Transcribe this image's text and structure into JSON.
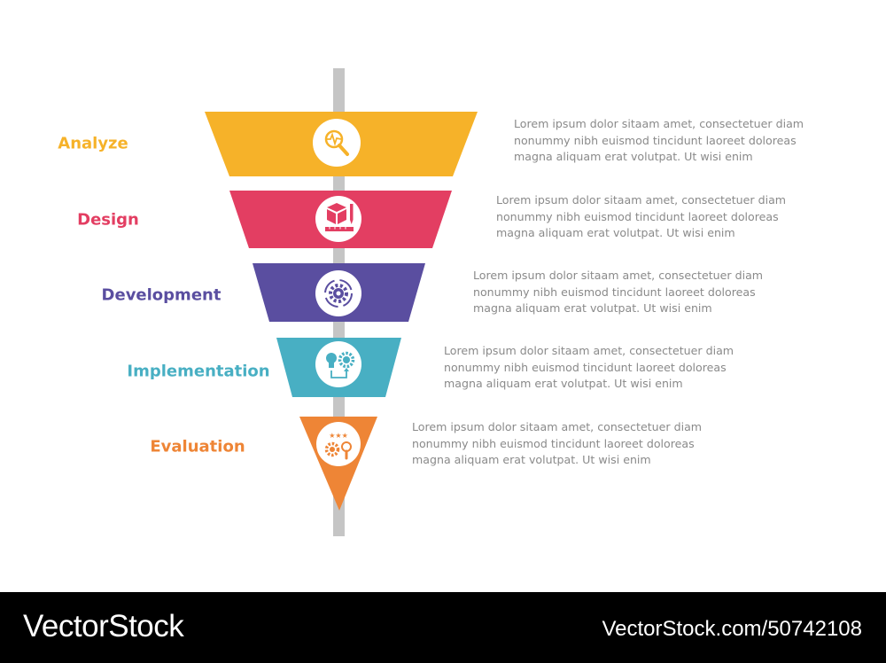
{
  "colors": {
    "axis": "#c5c5c5",
    "analyze": "#f6b229",
    "design": "#e33e62",
    "development": "#5a4ea0",
    "implementation": "#48afc3",
    "evaluation": "#ee8536",
    "description_text": "#8a8a8a"
  },
  "stages": [
    {
      "label": "Analyze",
      "icon": "magnifier-pulse-icon",
      "color": "#f6b229",
      "description": [
        "Lorem ipsum dolor sitaam amet, consectetuer diam",
        "nonummy  nibh euismod tincidunt laoreet doloreas",
        "magna aliquam erat volutpat. Ut wisi enim"
      ]
    },
    {
      "label": "Design",
      "icon": "box-ruler-pencil-icon",
      "color": "#e33e62",
      "description": [
        "Lorem ipsum dolor sitaam amet, consectetuer diam",
        "nonummy  nibh euismod tincidunt laoreet doloreas",
        "magna aliquam erat volutpat. Ut wisi enim"
      ]
    },
    {
      "label": "Development",
      "icon": "gear-cycle-icon",
      "color": "#5a4ea0",
      "description": [
        "Lorem ipsum dolor sitaam amet, consectetuer diam",
        "nonummy  nibh euismod tincidunt laoreet doloreas",
        "magna aliquam erat volutpat. Ut wisi enim"
      ]
    },
    {
      "label": "Implementation",
      "icon": "bulb-gear-icon",
      "color": "#48afc3",
      "description": [
        "Lorem ipsum dolor sitaam amet, consectetuer diam",
        "nonummy  nibh euismod tincidunt laoreet doloreas",
        "magna aliquam erat volutpat. Ut wisi enim"
      ]
    },
    {
      "label": "Evaluation",
      "icon": "stars-gear-magnifier-icon",
      "color": "#ee8536",
      "description": [
        "Lorem ipsum dolor sitaam amet, consectetuer diam",
        "nonummy  nibh euismod tincidunt laoreet doloreas",
        "magna aliquam erat volutpat. Ut wisi enim"
      ]
    }
  ],
  "footer": {
    "brand": "VectorStock",
    "image_id": "VectorStock.com/50742108"
  }
}
